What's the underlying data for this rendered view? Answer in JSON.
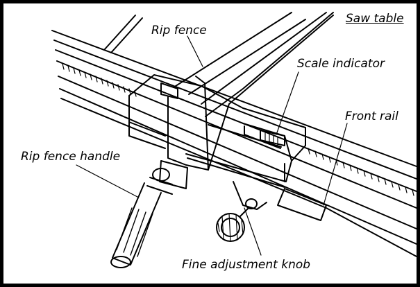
{
  "labels": {
    "saw_table": "Saw table",
    "rip_fence": "Rip fence",
    "scale_indicator": "Scale indicator",
    "front_rail": "Front rail",
    "rip_fence_handle": "Rip fence handle",
    "fine_adjustment_knob": "Fine adjustment knob"
  }
}
